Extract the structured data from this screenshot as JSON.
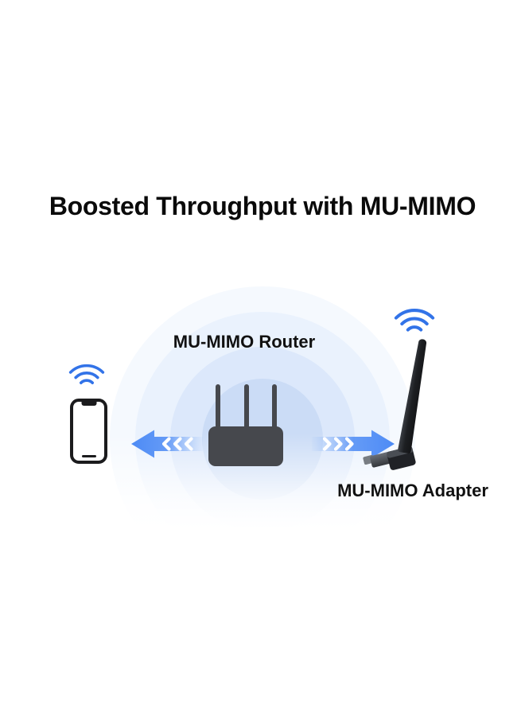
{
  "title": {
    "text": "Boosted Throughput with MU-MIMO",
    "color": "#0a0a0a"
  },
  "diagram": {
    "router_label": "MU-MIMO Router",
    "adapter_label": "MU-MIMO Adapter",
    "colors": {
      "wifi_blue": "#3273e8",
      "arrow_blue": "#4d8bf5",
      "arrow_chevron": "#ffffff",
      "router_gray": "#46484d",
      "device_outline": "#1b1b1d",
      "ripple_outer": "#f5f9fe",
      "ripple_ring2": "#eaf2fd",
      "ripple_ring3": "#dce8fb",
      "ripple_inner": "#cbdcf6"
    },
    "icons": {
      "phone": "smartphone-icon",
      "router": "router-icon",
      "adapter": "usb-adapter-icon",
      "wifi": "wifi-signal-icon",
      "arrow_left": "arrow-left-icon",
      "arrow_right": "arrow-right-icon"
    }
  }
}
